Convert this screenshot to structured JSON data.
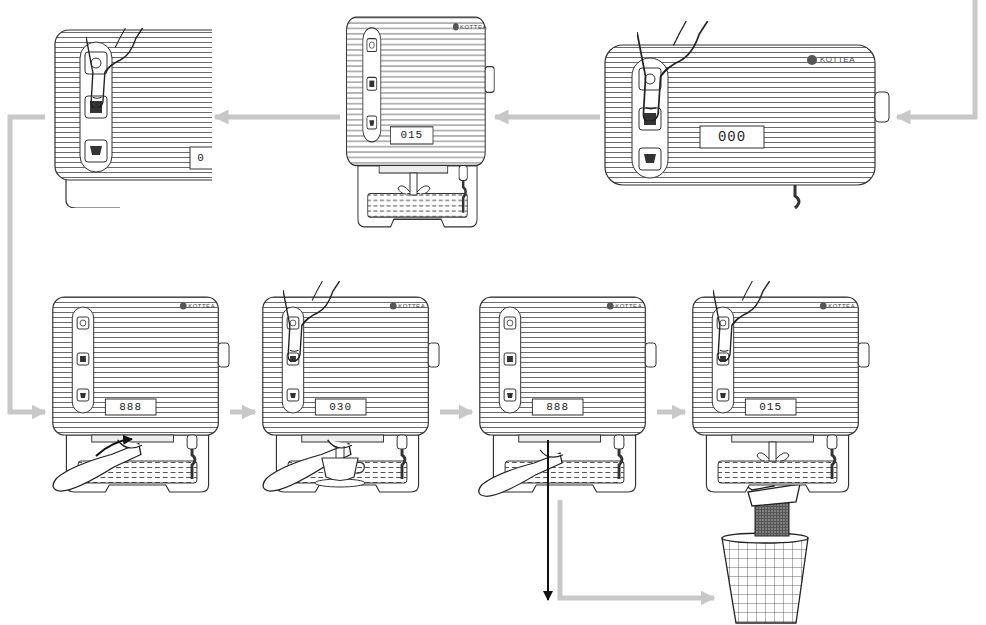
{
  "diagram": {
    "nodes": [
      {
        "text": [
          "0"
        ]
      },
      {
        "text": [
          "KOTTEA",
          "015"
        ]
      },
      {
        "text": [
          "KOTTEA",
          "000"
        ]
      },
      {
        "text": [
          "KOTTEA",
          "888"
        ]
      },
      {
        "text": [
          "KOTTEA",
          "030"
        ]
      },
      {
        "text": [
          "KOTTEA",
          "888"
        ]
      },
      {
        "text": [
          "KOTTEA",
          "015"
        ]
      }
    ],
    "edges": [
      {
        "from": 2,
        "to": 1,
        "arrow": "to"
      },
      {
        "from": 1,
        "to": 0,
        "arrow": "to"
      },
      {
        "from": 0,
        "to": 3,
        "arrow": "to"
      },
      {
        "from": 3,
        "to": 4,
        "arrow": "to"
      },
      {
        "from": 4,
        "to": 5,
        "arrow": "to"
      },
      {
        "from": 5,
        "to": 6,
        "arrow": "to"
      }
    ]
  }
}
